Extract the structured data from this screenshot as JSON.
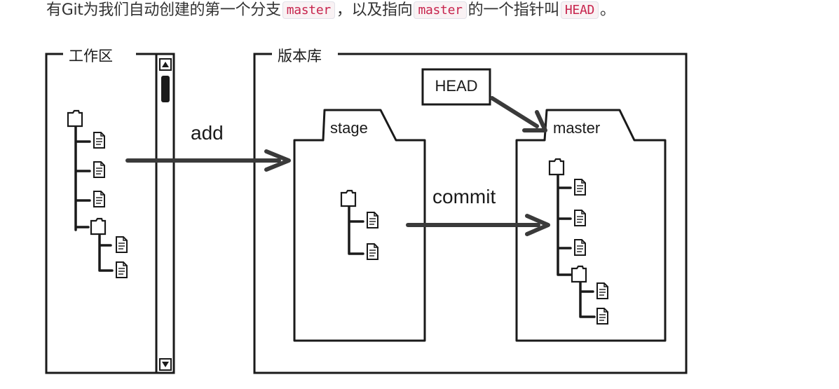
{
  "intro": {
    "text1": "有Git为我们自动创建的第一个分支",
    "code1": "master",
    "text2": "，以及指向",
    "code2": "master",
    "text3": "的一个指针叫",
    "code3": "HEAD",
    "text4": "。"
  },
  "diagram": {
    "workspace_label": "工作区",
    "repo_label": "版本库",
    "stage_label": "stage",
    "master_label": "master",
    "head_label": "HEAD",
    "add_label": "add",
    "commit_label": "commit"
  },
  "icons": [
    "folder-icon",
    "file-icon",
    "scroll-up-icon",
    "scroll-down-icon"
  ],
  "colors": {
    "code_text": "#c7254e",
    "code_bg": "#f9f2f4",
    "ink": "#1a1a1a",
    "arrow": "#3a3a3a"
  }
}
